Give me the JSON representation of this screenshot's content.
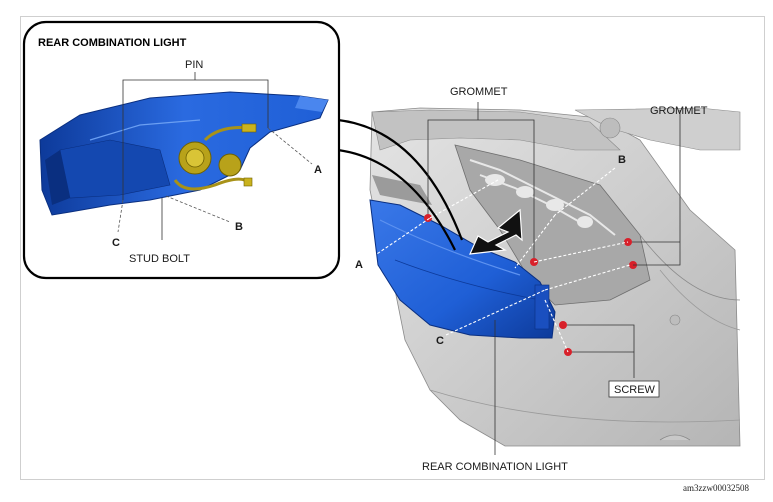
{
  "diagram": {
    "inset_title": "REAR COMBINATION LIGHT",
    "labels": {
      "pin": "PIN",
      "stud_bolt": "STUD BOLT",
      "grommet_left": "GROMMET",
      "grommet_right": "GROMMET",
      "screw": "SCREW",
      "main_part": "REAR COMBINATION LIGHT",
      "inset_a": "A",
      "inset_b": "B",
      "inset_c": "C",
      "main_a": "A",
      "main_b": "B",
      "main_c": "C"
    },
    "figure_code": "am3zzw00032508",
    "colors": {
      "lamp_blue": "#1f5fd6",
      "lamp_blue_dark": "#0d3a9a",
      "bulb_yellow": "#c9b21e",
      "fastener_red": "#d8202a",
      "body_gray": "#d4d4d4"
    }
  }
}
